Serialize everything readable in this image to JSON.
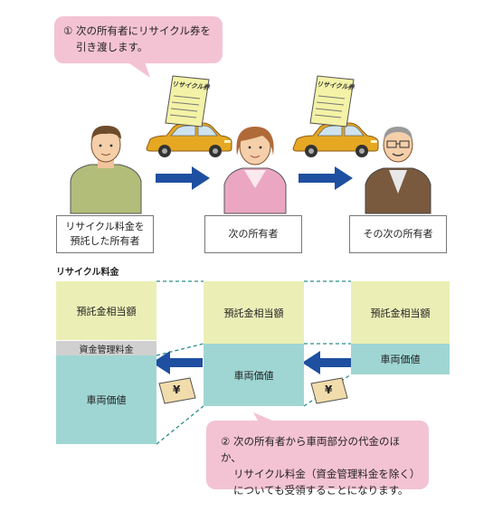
{
  "bubble_top": {
    "num": "①",
    "line1": "次の所有者にリサイクル券を",
    "line2": "引き渡します。"
  },
  "bubble_bottom": {
    "num": "②",
    "line1": "次の所有者から車両部分の代金のほか、",
    "line2": "リサイクル料金（資金管理料金を除く）",
    "line3": "についても受領することになります。"
  },
  "ticket_text": "リサイクル券",
  "persons": [
    {
      "line1": "リサイクル料金を",
      "line2": "預託した所有者"
    },
    {
      "line1": "次の所有者",
      "line2": ""
    },
    {
      "line1": "その次の所有者",
      "line2": ""
    }
  ],
  "fee_section_title": "リサイクル料金",
  "column1": {
    "deposit": "預託金相当額",
    "admin": "資金管理料金",
    "vehicle": "車両価値"
  },
  "column2": {
    "deposit": "預託金相当額",
    "vehicle": "車両価値"
  },
  "column3": {
    "deposit": "預託金相当額",
    "vehicle": "車両価値"
  },
  "yen_symbol": "¥",
  "colors": {
    "bubble": "#f4c3d3",
    "deposit_block": "#ebefb6",
    "vehicle_block": "#9fd6d3",
    "admin_block": "#d0d0d0",
    "arrow": "#1f4fa0",
    "dashed_line": "#2a8f89"
  }
}
